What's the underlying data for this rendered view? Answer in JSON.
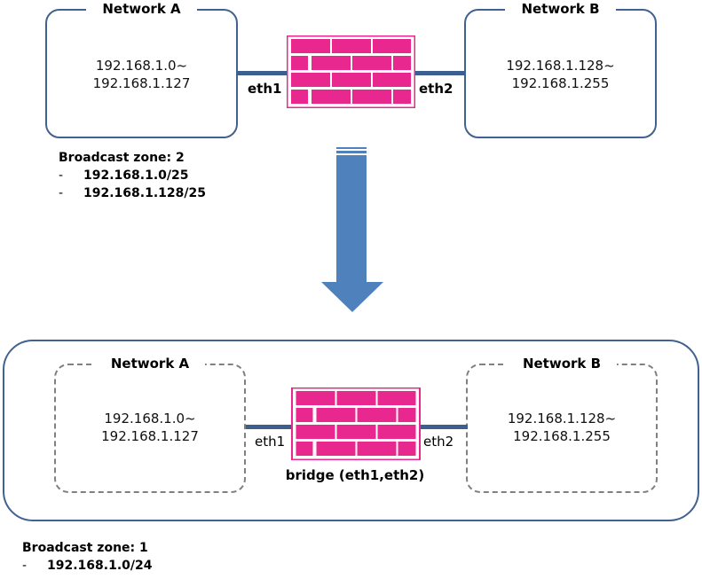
{
  "before": {
    "network_a": {
      "title": "Network A",
      "range_start": "192.168.1.0~",
      "range_end": "192.168.1.127"
    },
    "network_b": {
      "title": "Network B",
      "range_start": "192.168.1.128~",
      "range_end": "192.168.1.255"
    },
    "firewall": {
      "left_iface": "eth1",
      "right_iface": "eth2"
    },
    "broadcast": {
      "label": "Broadcast zone: 2",
      "subnets": [
        "192.168.1.0/25",
        "192.168.1.128/25"
      ],
      "bullet": "-"
    }
  },
  "after": {
    "network_a": {
      "title": "Network A",
      "range_start": "192.168.1.0~",
      "range_end": "192.168.1.127"
    },
    "network_b": {
      "title": "Network B",
      "range_start": "192.168.1.128~",
      "range_end": "192.168.1.255"
    },
    "firewall": {
      "left_iface": "eth1",
      "right_iface": "eth2",
      "caption": "bridge (eth1,eth2)"
    },
    "broadcast": {
      "label": "Broadcast zone: 1",
      "subnets": [
        "192.168.1.0/24"
      ],
      "bullet": "-"
    }
  },
  "colors": {
    "line": "#3b5f8e",
    "firewall": "#e8288f",
    "arrow": "#4f81bd",
    "dashed_border": "#808080"
  },
  "icons": {
    "firewall": "brick-wall-firewall-icon",
    "transition": "down-arrow-icon"
  }
}
